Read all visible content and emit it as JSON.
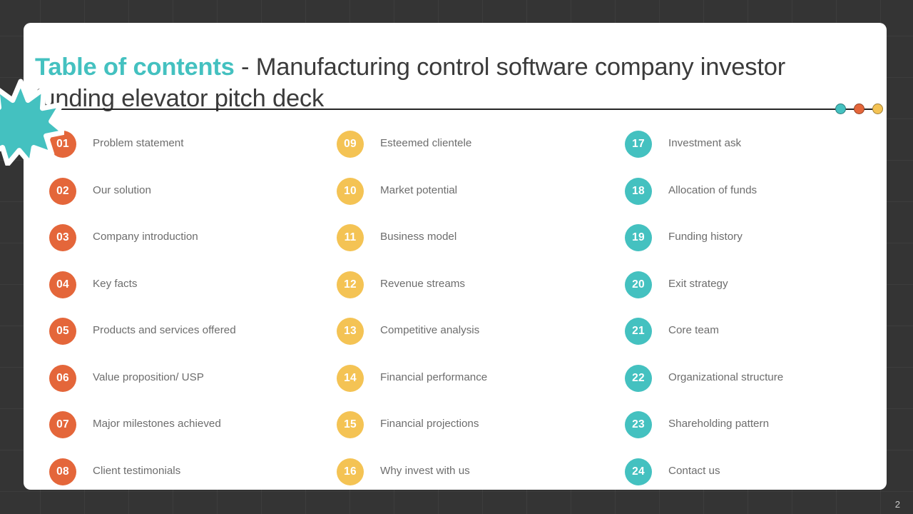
{
  "slide": {
    "heading_accent": "Table of contents",
    "heading_rest": " - Manufacturing control software company investor funding elevator pitch deck",
    "page_number": "2"
  },
  "colors": {
    "teal": "#44c1c0",
    "orange": "#e4663a",
    "yellow": "#f4c354",
    "background": "#343434",
    "card": "#ffffff",
    "rule": "#262626",
    "label_text": "#6d6d6d",
    "heading_text": "#3b3b3b"
  },
  "rule_dots": [
    {
      "name": "rule-dot-teal",
      "color": "#44c1c0"
    },
    {
      "name": "rule-dot-orange",
      "color": "#e4663a"
    },
    {
      "name": "rule-dot-yellow",
      "color": "#f4c354"
    }
  ],
  "decorations": {
    "starburst": {
      "name": "starburst-shape",
      "fill": "#44c1c0",
      "stroke": "#ffffff"
    }
  },
  "contents": {
    "columns": [
      {
        "accent": "#e4663a",
        "items": [
          {
            "number": "01",
            "label": "Problem statement"
          },
          {
            "number": "02",
            "label": "Our solution"
          },
          {
            "number": "03",
            "label": "Company introduction"
          },
          {
            "number": "04",
            "label": "Key facts"
          },
          {
            "number": "05",
            "label": "Products and services offered"
          },
          {
            "number": "06",
            "label": "Value proposition/ USP"
          },
          {
            "number": "07",
            "label": "Major milestones achieved"
          },
          {
            "number": "08",
            "label": "Client testimonials"
          }
        ]
      },
      {
        "accent": "#f4c354",
        "items": [
          {
            "number": "09",
            "label": "Esteemed clientele"
          },
          {
            "number": "10",
            "label": "Market potential"
          },
          {
            "number": "11",
            "label": "Business model"
          },
          {
            "number": "12",
            "label": "Revenue streams"
          },
          {
            "number": "13",
            "label": "Competitive analysis"
          },
          {
            "number": "14",
            "label": "Financial performance"
          },
          {
            "number": "15",
            "label": "Financial projections"
          },
          {
            "number": "16",
            "label": "Why invest with us"
          }
        ]
      },
      {
        "accent": "#44c1c0",
        "items": [
          {
            "number": "17",
            "label": "Investment ask"
          },
          {
            "number": "18",
            "label": "Allocation of funds"
          },
          {
            "number": "19",
            "label": "Funding history"
          },
          {
            "number": "20",
            "label": "Exit strategy"
          },
          {
            "number": "21",
            "label": "Core team"
          },
          {
            "number": "22",
            "label": "Organizational structure"
          },
          {
            "number": "23",
            "label": "Shareholding pattern"
          },
          {
            "number": "24",
            "label": "Contact us"
          }
        ]
      }
    ]
  }
}
